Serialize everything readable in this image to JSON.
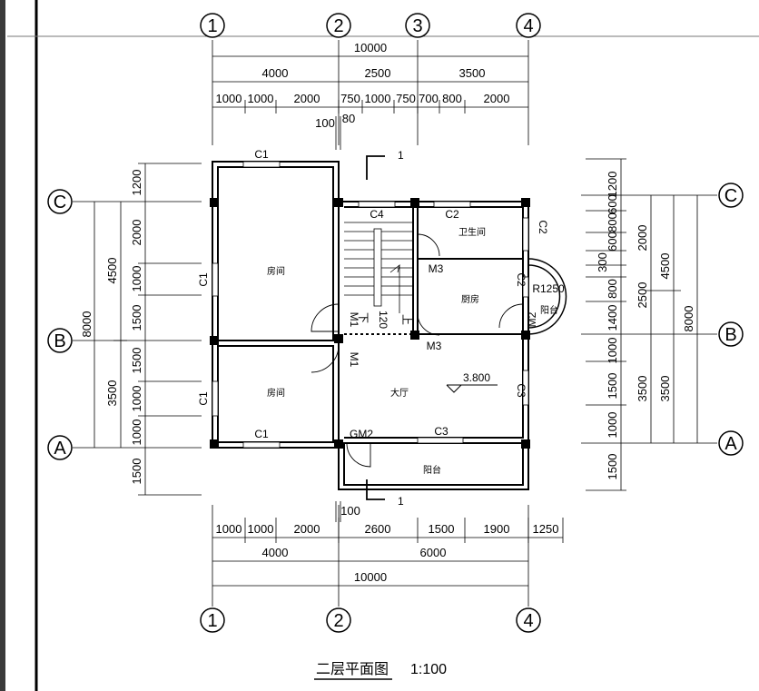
{
  "drawing": {
    "title": "二层平面图",
    "scale": "1:100",
    "elevation": "3.800",
    "section_mark": "1",
    "arc_radius": "R1250"
  },
  "axes": {
    "vertical": [
      "1",
      "2",
      "3",
      "4"
    ],
    "horizontal": [
      "A",
      "B",
      "C"
    ]
  },
  "rooms": {
    "bedroom": "房间",
    "living": "大厅",
    "bathroom": "卫生间",
    "kitchen": "厨房",
    "balcony": "阳台"
  },
  "labels": {
    "c1": "C1",
    "c2": "C2",
    "c3": "C3",
    "c4": "C4",
    "m1": "M1",
    "m2": "M2",
    "m3": "M3",
    "gm2": "GM2",
    "stair_down": "下",
    "stair_up": "上",
    "stair_width": "120"
  },
  "dims_top": {
    "total": "10000",
    "seg1": "4000",
    "seg2": "2500",
    "seg3": "3500",
    "d1": "1000",
    "d2": "1000",
    "d3": "2000",
    "d4": "750",
    "d5": "1000",
    "d6": "750",
    "d7": "700",
    "d8": "800",
    "d9": "2000",
    "wall_a": "100",
    "wall_b": "80"
  },
  "dims_bottom": {
    "d1": "1000",
    "d2": "1000",
    "d3": "2000",
    "d4": "2600",
    "d5": "1500",
    "d6": "1900",
    "d7": "1250",
    "wall": "100",
    "seg1": "4000",
    "seg2": "6000",
    "total": "10000"
  },
  "dims_left": {
    "total": "8000",
    "seg1": "4500",
    "seg2": "3500",
    "d1": "1200",
    "d2": "2000",
    "d3": "1000",
    "d4": "1500",
    "d5": "1500",
    "d6": "1000",
    "d7": "1000",
    "d8": "1500"
  },
  "dims_right": {
    "d1": "1200",
    "d2": "600",
    "d3": "800",
    "d4": "600",
    "d5": "300",
    "d6": "800",
    "d7": "1400",
    "d8": "1000",
    "d9": "1500",
    "d10": "1000",
    "d11": "1500",
    "m1": "2000",
    "m2": "2500",
    "m3": "3500",
    "s1": "4500",
    "s2": "3500",
    "total": "8000"
  }
}
